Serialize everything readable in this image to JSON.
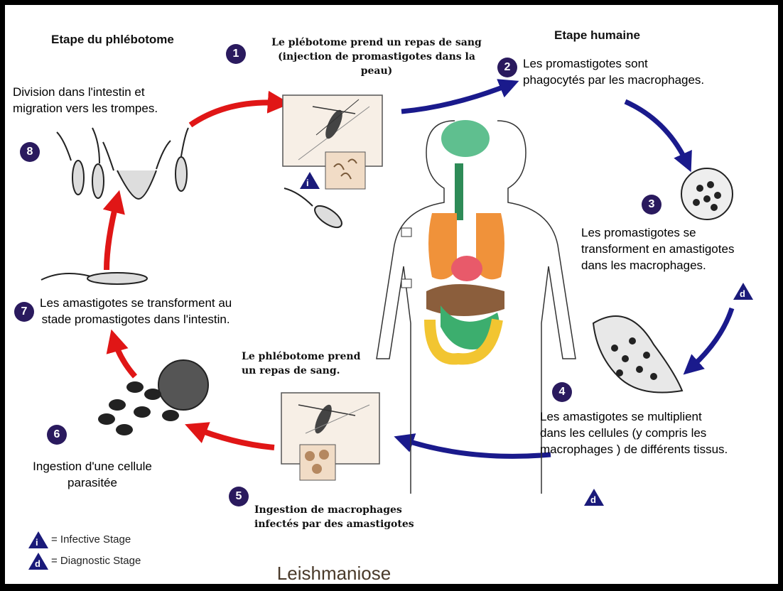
{
  "headers": {
    "phlebotome_stage": "Etape du phlébotome",
    "human_stage": "Etape humaine"
  },
  "steps": [
    {
      "n": "1",
      "lines": [
        "Le plébotome prend un repas de sang",
        "(injection de promastigotes dans la",
        "peau)"
      ]
    },
    {
      "n": "2",
      "lines": [
        "Les promastigotes sont",
        "phagocytés par les macrophages."
      ]
    },
    {
      "n": "3",
      "lines": [
        "Les promastigotes se",
        "transforment en amastigotes",
        "dans les macrophages."
      ]
    },
    {
      "n": "4",
      "lines": [
        "Les amastigotes se multiplient",
        "dans les cellules (y compris les",
        "macrophages ) de différents tissus."
      ]
    },
    {
      "n": "5",
      "lines": [
        "Ingestion de macrophages",
        "infectés par des amastigotes"
      ]
    },
    {
      "n": "6",
      "lines": [
        "Ingestion d'une cellule",
        "parasitée"
      ]
    },
    {
      "n": "7",
      "lines": [
        "Les amastigotes se transforment au",
        "stade promastigotes dans l'intestin."
      ]
    },
    {
      "n": "8",
      "lines": [
        "Division dans l'intestin et",
        "migration vers les trompes."
      ]
    }
  ],
  "sandfly_meal_2": [
    "Le phlébotome prend",
    "un repas de sang."
  ],
  "stage_markers": {
    "infective": "i",
    "diagnostic": "d"
  },
  "legend": {
    "infective": {
      "symbol": "i",
      "label": "= Infective Stage"
    },
    "diagnostic": {
      "symbol": "d",
      "label": "= Diagnostic Stage"
    }
  },
  "title": "Leishmaniose",
  "colors": {
    "red_arrow": "#e01616",
    "blue_arrow": "#1a1a8c",
    "step_badge": "#2a1a5e",
    "marker": "#1a1a7a"
  }
}
